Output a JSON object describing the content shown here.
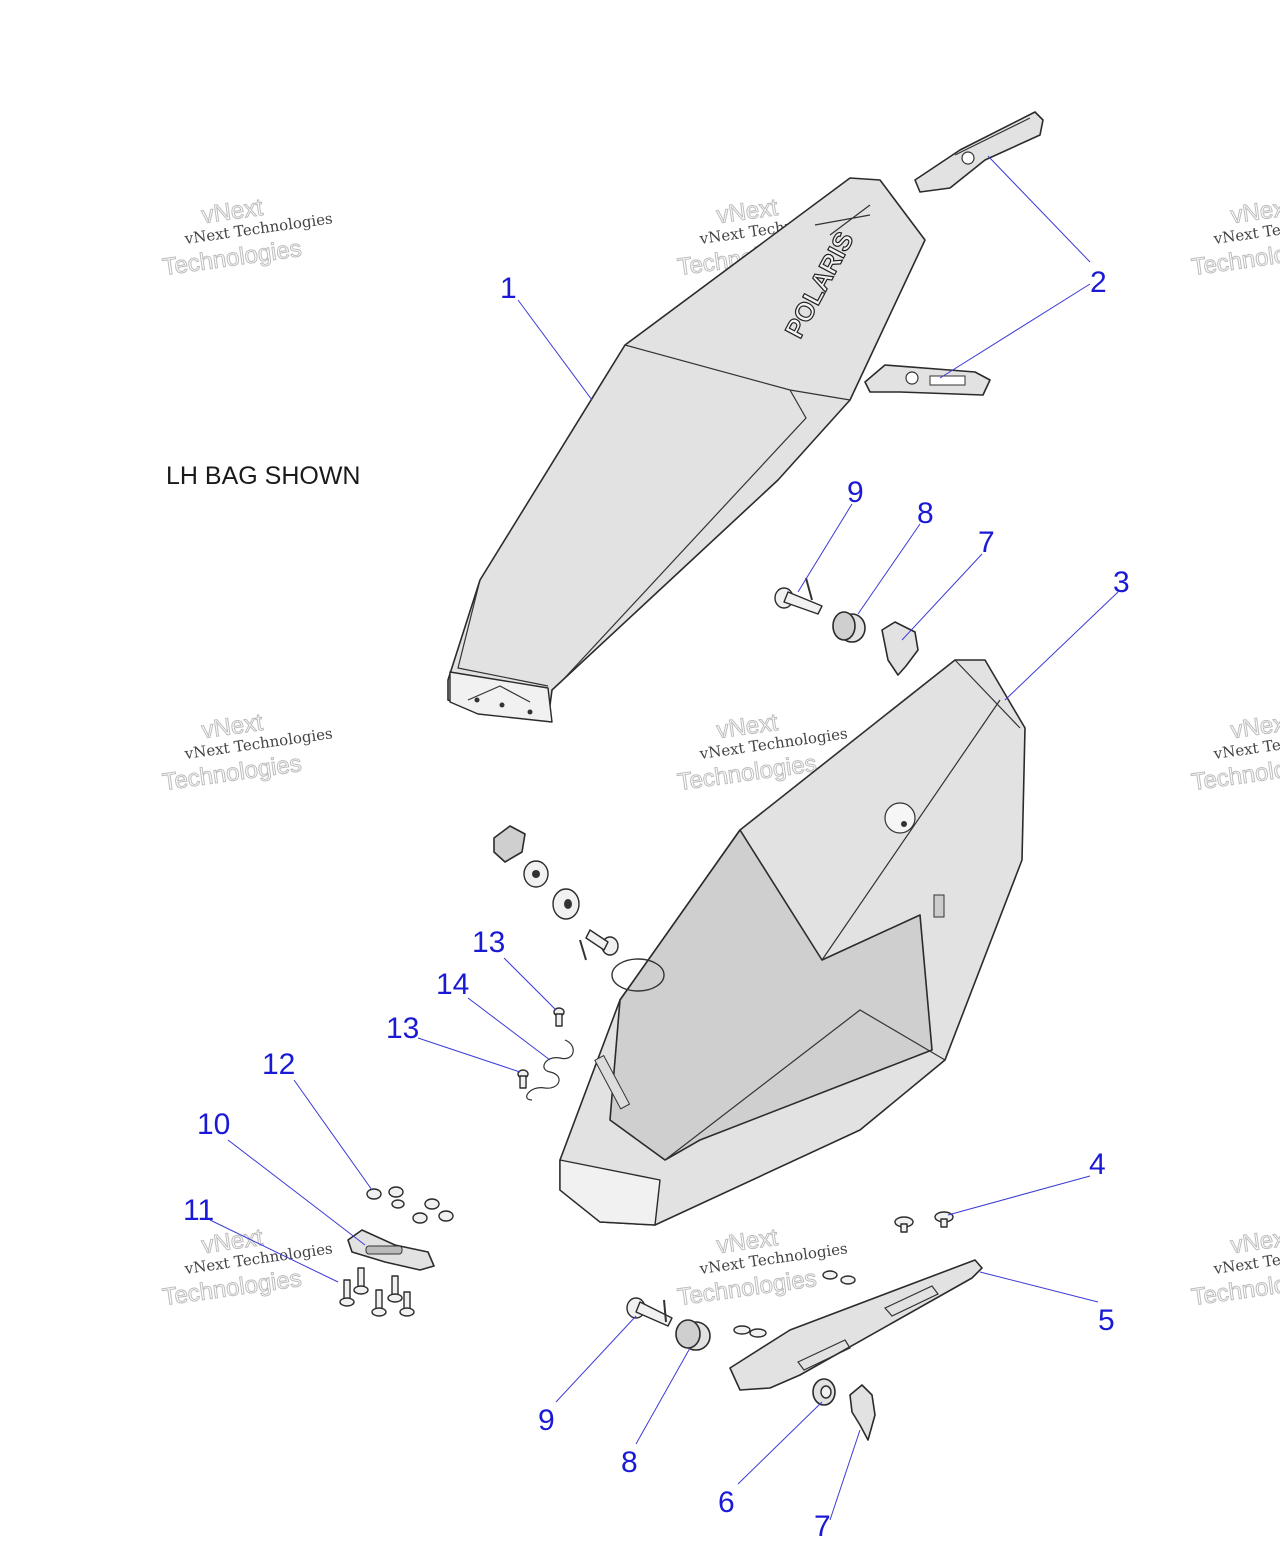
{
  "note": "LH BAG SHOWN",
  "brand_mark": "POLARIS",
  "watermark": {
    "line1": "vNext Technologies",
    "line2": "vNext",
    "line3": "Technologies"
  },
  "callout_color": "#1a1ad6",
  "leader_color": "#3b3bd6",
  "callouts": [
    {
      "label": "1"
    },
    {
      "label": "2"
    },
    {
      "label": "3"
    },
    {
      "label": "4"
    },
    {
      "label": "5"
    },
    {
      "label": "6"
    },
    {
      "label": "7"
    },
    {
      "label": "7"
    },
    {
      "label": "8"
    },
    {
      "label": "8"
    },
    {
      "label": "9"
    },
    {
      "label": "9"
    },
    {
      "label": "10"
    },
    {
      "label": "11"
    },
    {
      "label": "12"
    },
    {
      "label": "13"
    },
    {
      "label": "13"
    },
    {
      "label": "14"
    }
  ]
}
